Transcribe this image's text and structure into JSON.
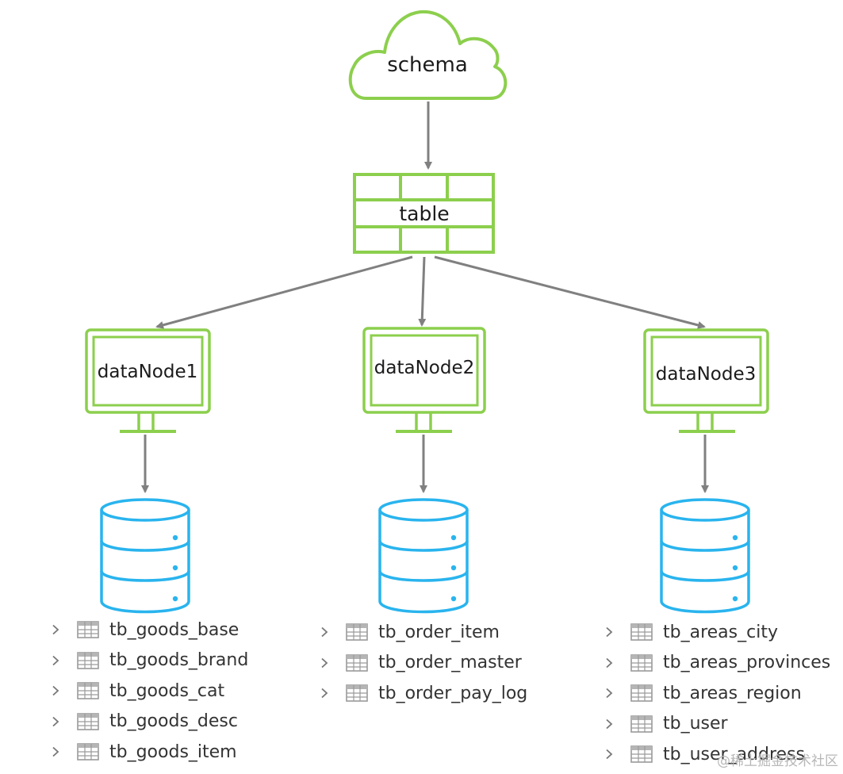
{
  "diagram": {
    "schema_label": "schema",
    "table_label": "table",
    "nodes": [
      {
        "label": "dataNode1",
        "tables": [
          "tb_goods_base",
          "tb_goods_brand",
          "tb_goods_cat",
          "tb_goods_desc",
          "tb_goods_item"
        ]
      },
      {
        "label": "dataNode2",
        "tables": [
          "tb_order_item",
          "tb_order_master",
          "tb_order_pay_log"
        ]
      },
      {
        "label": "dataNode3",
        "tables": [
          "tb_areas_city",
          "tb_areas_provinces",
          "tb_areas_region",
          "tb_user",
          "tb_user_address"
        ]
      }
    ]
  },
  "watermark": "@稀土掘金技术社区",
  "colors": {
    "green": "#8ccf4d",
    "blue": "#29b4ee",
    "arrow": "#808080",
    "tree_icon": "#9a9a9a",
    "text": "#1b1b1b"
  },
  "icons": {
    "schema": "cloud-icon",
    "table": "table-grid-icon",
    "node": "monitor-icon",
    "database": "database-icon",
    "expand": "chevron-right-icon",
    "tree_table": "table-icon"
  }
}
